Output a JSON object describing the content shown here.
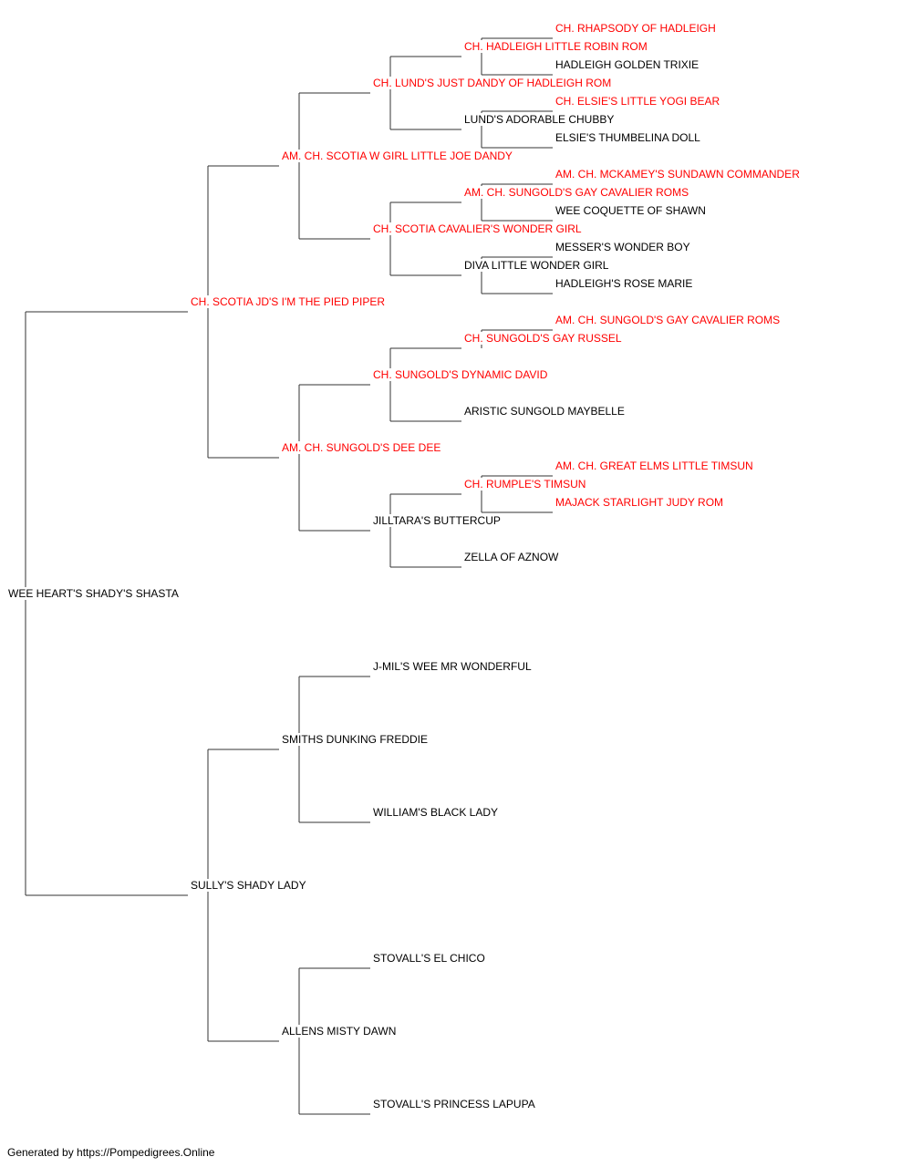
{
  "colors": {
    "champion": "#ff0000",
    "regular": "#000000",
    "line": "#333333"
  },
  "footer": "Generated by https://Pompedigrees.Online",
  "pedigree": {
    "name": "WEE HEART'S SHADY'S SHASTA",
    "champion": false,
    "sire": {
      "name": "CH. SCOTIA JD'S I'M THE PIED PIPER",
      "champion": true,
      "sire": {
        "name": "AM. CH. SCOTIA W GIRL LITTLE JOE DANDY",
        "champion": true,
        "sire": {
          "name": "CH. LUND'S JUST DANDY OF HADLEIGH ROM",
          "champion": true,
          "sire": {
            "name": "CH. HADLEIGH LITTLE ROBIN ROM",
            "champion": true,
            "sire": {
              "name": "CH. RHAPSODY OF HADLEIGH",
              "champion": true
            },
            "dam": {
              "name": "HADLEIGH GOLDEN TRIXIE",
              "champion": false
            }
          },
          "dam": {
            "name": "LUND'S ADORABLE CHUBBY",
            "champion": false,
            "sire": {
              "name": "CH. ELSIE'S LITTLE YOGI BEAR",
              "champion": true
            },
            "dam": {
              "name": "ELSIE'S THUMBELINA DOLL",
              "champion": false
            }
          }
        },
        "dam": {
          "name": "CH. SCOTIA CAVALIER'S WONDER GIRL",
          "champion": true,
          "sire": {
            "name": "AM. CH. SUNGOLD'S GAY CAVALIER ROMS",
            "champion": true,
            "sire": {
              "name": "AM. CH. MCKAMEY'S SUNDAWN COMMANDER",
              "champion": true
            },
            "dam": {
              "name": "WEE COQUETTE OF SHAWN",
              "champion": false
            }
          },
          "dam": {
            "name": "DIVA LITTLE WONDER GIRL",
            "champion": false,
            "sire": {
              "name": "MESSER'S WONDER BOY",
              "champion": false
            },
            "dam": {
              "name": "HADLEIGH'S ROSE MARIE",
              "champion": false
            }
          }
        }
      },
      "dam": {
        "name": "AM. CH. SUNGOLD'S DEE DEE",
        "champion": true,
        "sire": {
          "name": "CH. SUNGOLD'S DYNAMIC DAVID",
          "champion": true,
          "sire": {
            "name": "CH. SUNGOLD'S GAY RUSSEL",
            "champion": true,
            "sire": {
              "name": "AM. CH. SUNGOLD'S GAY CAVALIER ROMS",
              "champion": true
            }
          },
          "dam": {
            "name": "ARISTIC SUNGOLD MAYBELLE",
            "champion": false
          }
        },
        "dam": {
          "name": "JILLTARA'S BUTTERCUP",
          "champion": false,
          "sire": {
            "name": "CH. RUMPLE'S TIMSUN",
            "champion": true,
            "sire": {
              "name": "AM. CH. GREAT ELMS LITTLE TIMSUN",
              "champion": true
            },
            "dam": {
              "name": "MAJACK STARLIGHT JUDY ROM",
              "champion": true
            }
          },
          "dam": {
            "name": "ZELLA OF AZNOW",
            "champion": false
          }
        }
      }
    },
    "dam": {
      "name": "SULLY'S SHADY LADY",
      "champion": false,
      "sire": {
        "name": "SMITHS DUNKING FREDDIE",
        "champion": false,
        "sire": {
          "name": "J-MIL'S WEE MR WONDERFUL",
          "champion": false
        },
        "dam": {
          "name": "WILLIAM'S BLACK LADY",
          "champion": false
        }
      },
      "dam": {
        "name": "ALLENS MISTY DAWN",
        "champion": false,
        "sire": {
          "name": "STOVALL'S EL CHICO",
          "champion": false
        },
        "dam": {
          "name": "STOVALL'S PRINCESS LAPUPA",
          "champion": false
        }
      }
    }
  }
}
